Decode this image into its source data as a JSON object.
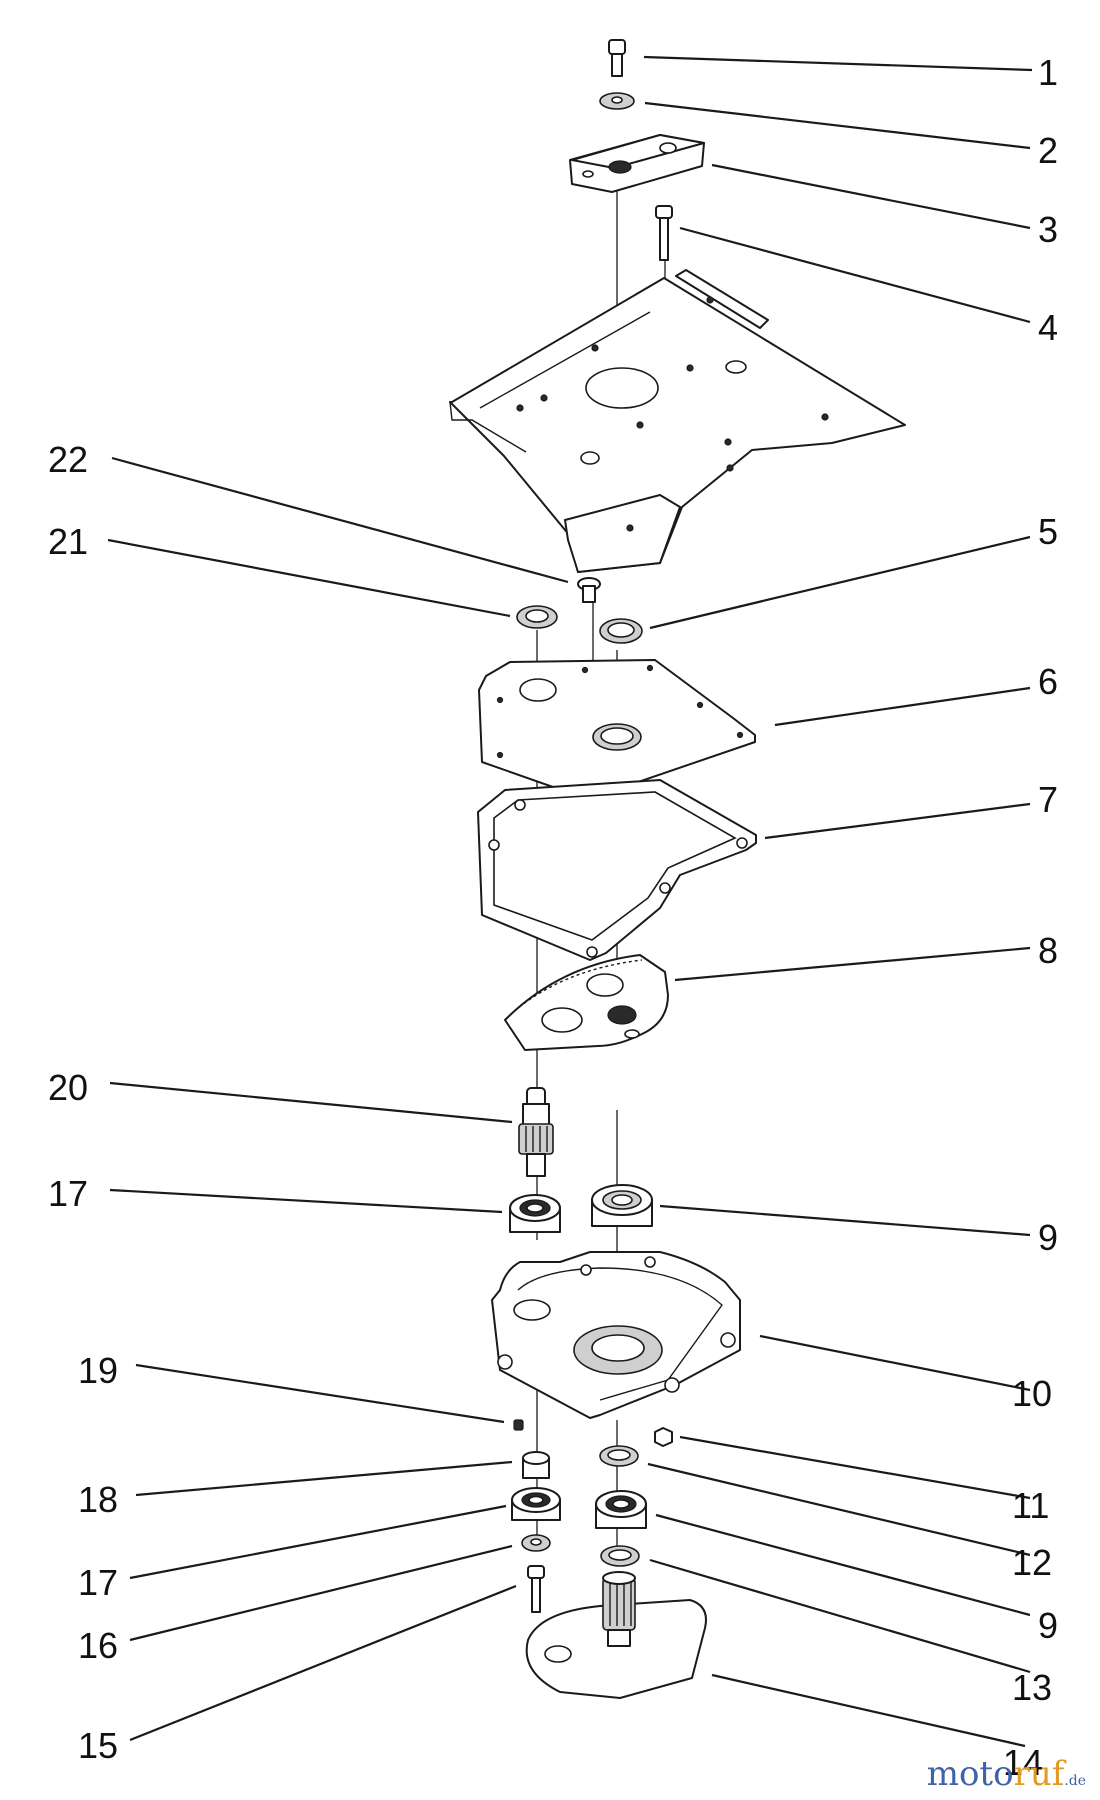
{
  "callouts": [
    {
      "id": "c1",
      "label": "1"
    },
    {
      "id": "c2",
      "label": "2"
    },
    {
      "id": "c3",
      "label": "3"
    },
    {
      "id": "c4",
      "label": "4"
    },
    {
      "id": "c5",
      "label": "5"
    },
    {
      "id": "c6",
      "label": "6"
    },
    {
      "id": "c7",
      "label": "7"
    },
    {
      "id": "c8",
      "label": "8"
    },
    {
      "id": "c9a",
      "label": "9"
    },
    {
      "id": "c10",
      "label": "10"
    },
    {
      "id": "c11",
      "label": "11"
    },
    {
      "id": "c12",
      "label": "12"
    },
    {
      "id": "c9b",
      "label": "9"
    },
    {
      "id": "c13",
      "label": "13"
    },
    {
      "id": "c14",
      "label": "14"
    },
    {
      "id": "c22",
      "label": "22"
    },
    {
      "id": "c21",
      "label": "21"
    },
    {
      "id": "c20",
      "label": "20"
    },
    {
      "id": "c17a",
      "label": "17"
    },
    {
      "id": "c19",
      "label": "19"
    },
    {
      "id": "c18",
      "label": "18"
    },
    {
      "id": "c17b",
      "label": "17"
    },
    {
      "id": "c16",
      "label": "16"
    },
    {
      "id": "c15",
      "label": "15"
    }
  ],
  "watermark": {
    "part_a": "moto",
    "part_b": "ruf",
    "part_c": ".de",
    "color_primary": "#3e63a8",
    "color_accent": "#e39a25"
  }
}
